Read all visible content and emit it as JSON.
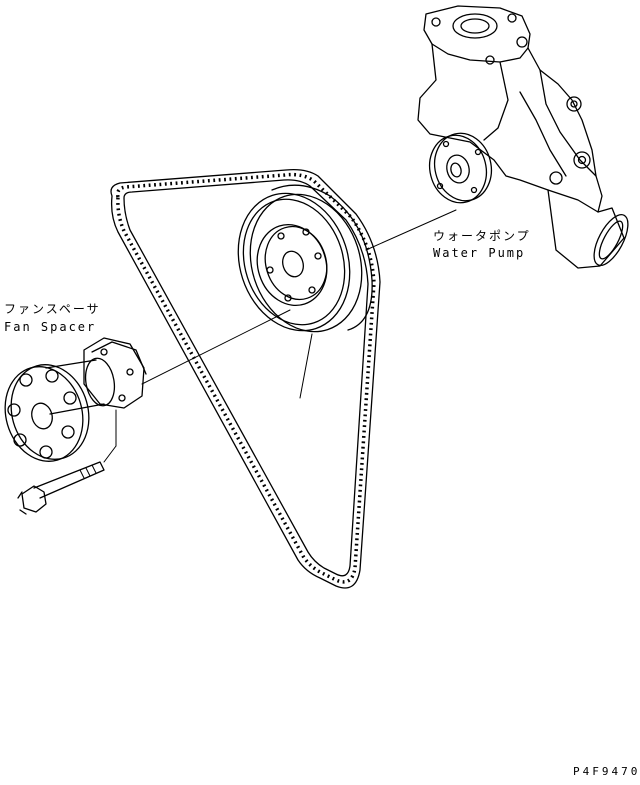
{
  "labels": {
    "water_pump_jp": "ウォータポンプ",
    "water_pump_en": "Water Pump",
    "fan_spacer_jp": "ファンスペーサ",
    "fan_spacer_en": "Fan Spacer",
    "drawing_no": "P4F9470"
  },
  "colors": {
    "line": "#000000",
    "background": "#ffffff"
  }
}
